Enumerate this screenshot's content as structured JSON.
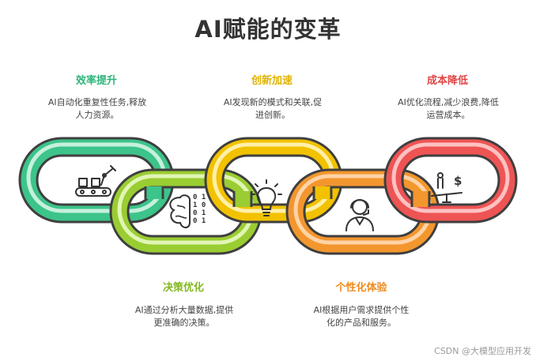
{
  "title": "AI赋能的变革",
  "steps": [
    {
      "label": "效率提升",
      "desc_line1": "AI自动化重复性任务,释放",
      "desc_line2": "人力资源。",
      "color": "#3cc48a",
      "icon": "factory-robot-arm-icon"
    },
    {
      "label": "决策优化",
      "desc_line1": "AI通过分析大量数据,提供",
      "desc_line2": "更准确的决策。",
      "color": "#9acd32",
      "icon": "brain-binary-icon"
    },
    {
      "label": "创新加速",
      "desc_line1": "AI发现新的模式和关联,促",
      "desc_line2": "进创新。",
      "color": "#f2c200",
      "icon": "lightbulb-icon"
    },
    {
      "label": "个性化体验",
      "desc_line1": "AI根据用户需求提供个性",
      "desc_line2": "化的产品和服务。",
      "color": "#f3962e",
      "icon": "headset-user-icon"
    },
    {
      "label": "成本降低",
      "desc_line1": "AI优化流程,减少浪费,降低",
      "desc_line2": "运营成本。",
      "color": "#ee5454",
      "icon": "balance-dollar-icon"
    }
  ],
  "watermark": "CSDN @大模型应用开发"
}
